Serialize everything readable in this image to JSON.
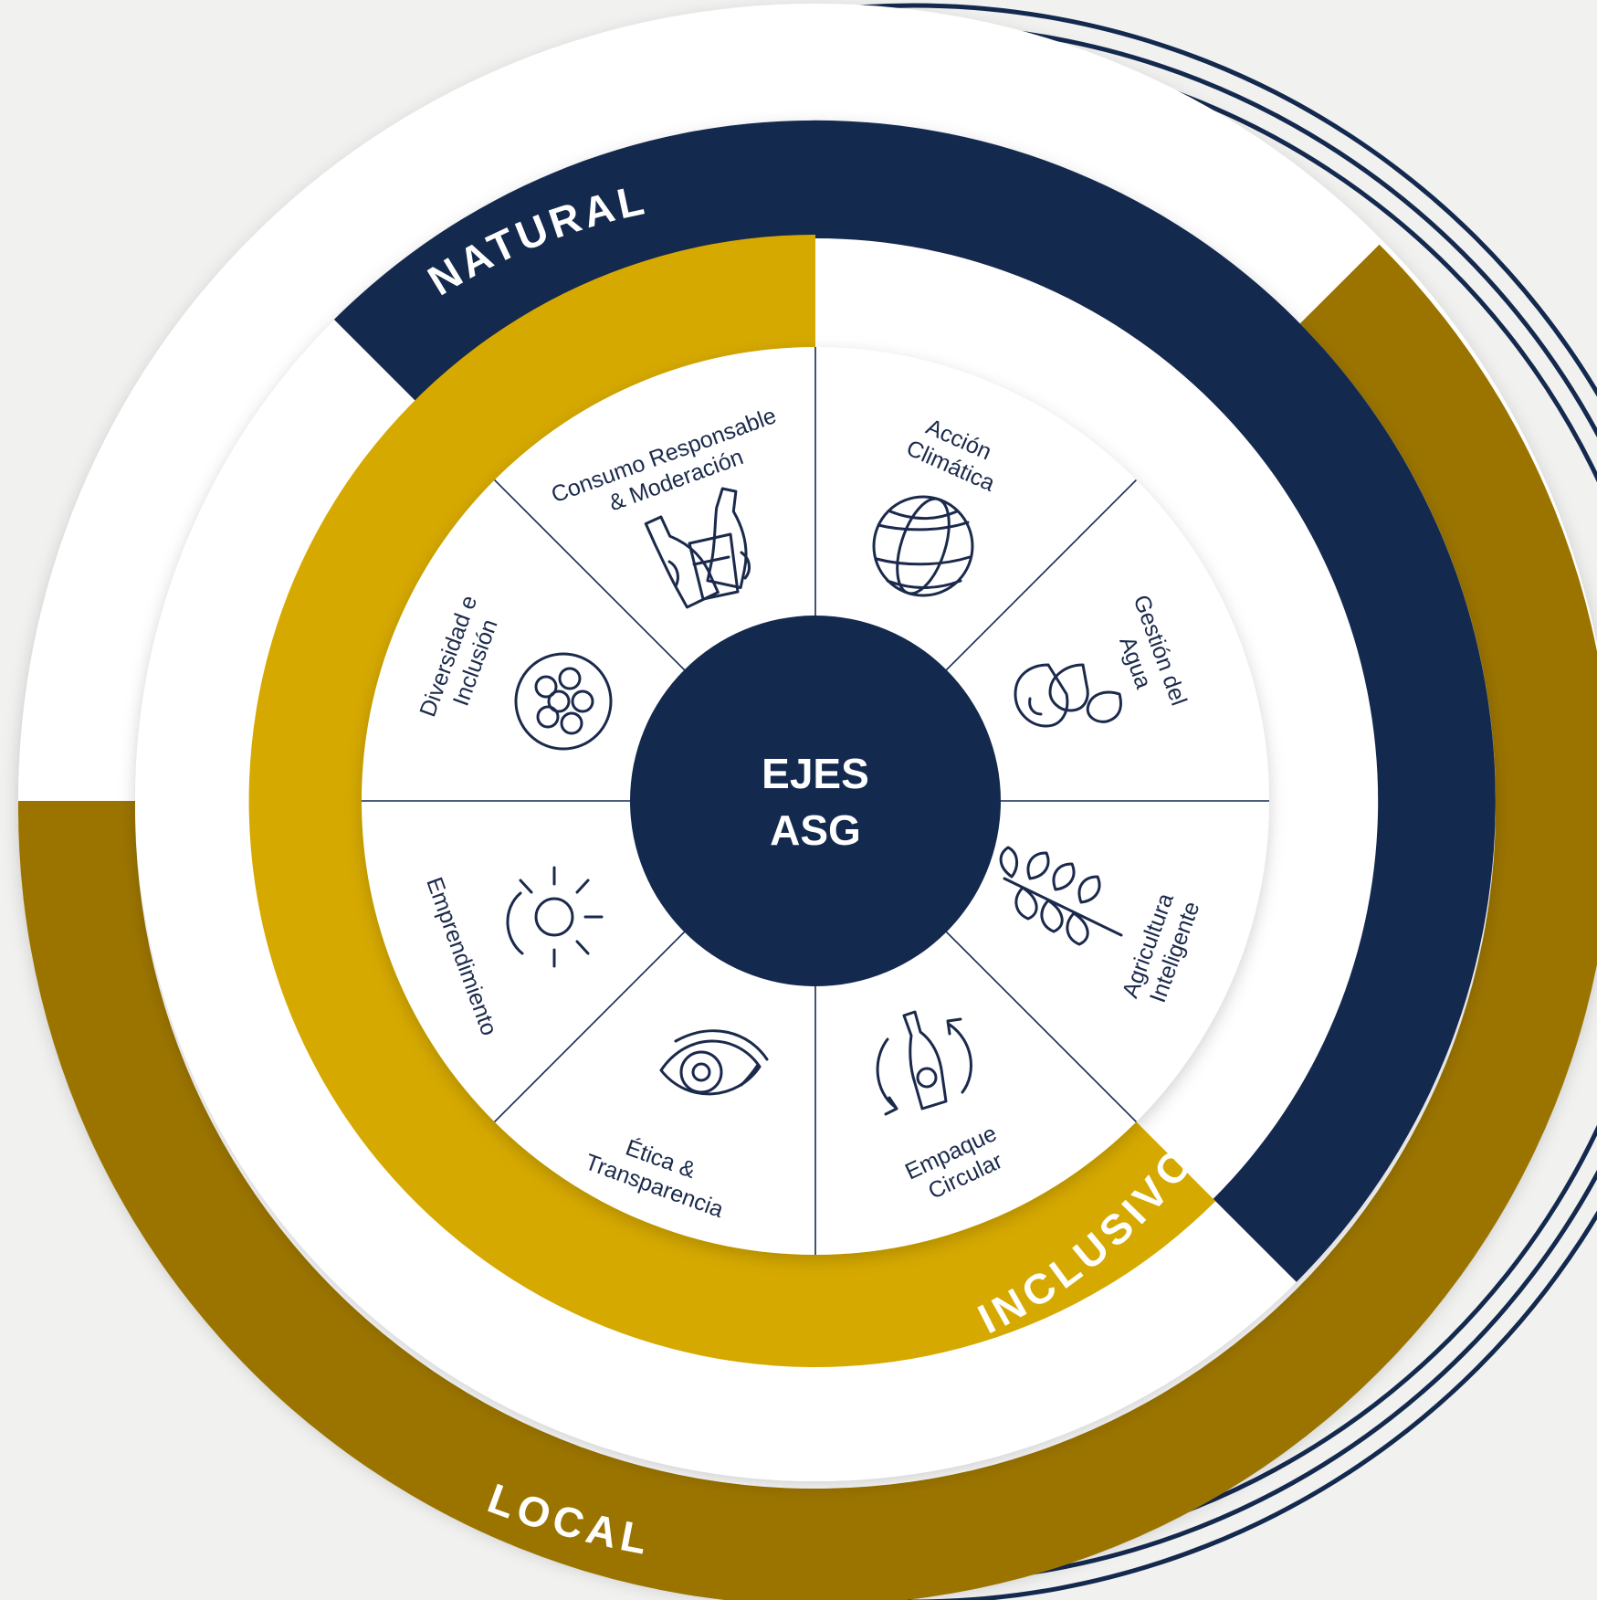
{
  "center": {
    "line1": "EJES",
    "line2": "ASG"
  },
  "rings": {
    "natural": "NATURAL",
    "inclusivo": "INCLUSIVO",
    "local": "LOCAL"
  },
  "segments": [
    {
      "lines": [
        "Consumo Responsable",
        "& Moderación"
      ],
      "icon": "beer-bottles-toast-icon"
    },
    {
      "lines": [
        "Acción",
        "Climática"
      ],
      "icon": "globe-icon"
    },
    {
      "lines": [
        "Gestión del",
        "Agua"
      ],
      "icon": "water-drops-icon"
    },
    {
      "lines": [
        "Agricultura",
        "Inteligente"
      ],
      "icon": "wheat-icon"
    },
    {
      "lines": [
        "Empaque",
        "Circular"
      ],
      "icon": "recycle-bottle-icon"
    },
    {
      "lines": [
        "Ética &",
        "Transparencia"
      ],
      "icon": "eye-icon"
    },
    {
      "lines": [
        "Emprendimiento"
      ],
      "icon": "sunrise-icon"
    },
    {
      "lines": [
        "Diversidad e",
        "Inclusión"
      ],
      "icon": "people-circle-icon"
    }
  ],
  "colors": {
    "navy": "#14294e",
    "gold": "#d6a900",
    "dark_gold": "#9b7400",
    "white": "#ffffff",
    "background": "#f1f1f0"
  }
}
